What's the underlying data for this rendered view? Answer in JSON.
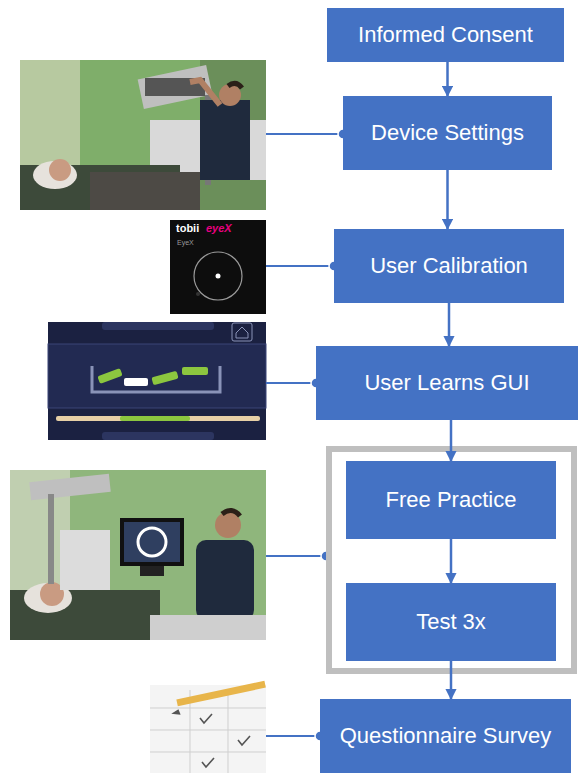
{
  "diagram": {
    "nodes": [
      {
        "text": [
          "Informed Consent"
        ]
      },
      {
        "text": [
          "Device Settings"
        ]
      },
      {
        "text": [
          "User Calibration"
        ]
      },
      {
        "text": [
          "User Learns GUI"
        ]
      },
      {
        "text": [
          "Free Practice"
        ]
      },
      {
        "text": [
          "Test 3x"
        ]
      },
      {
        "text": [
          "Questionnaire Survey"
        ]
      }
    ],
    "edges": [
      {
        "from": 0,
        "to": 1,
        "arrow": "to"
      },
      {
        "from": 1,
        "to": 2,
        "arrow": "to"
      },
      {
        "from": 2,
        "to": 3,
        "arrow": "to"
      },
      {
        "from": 3,
        "to": 4,
        "arrow": "to"
      },
      {
        "from": 4,
        "to": 5,
        "arrow": "to"
      },
      {
        "from": 5,
        "to": 6,
        "arrow": "to"
      }
    ],
    "labels": [
      "tobii",
      "eyeX",
      "EyeX"
    ]
  }
}
